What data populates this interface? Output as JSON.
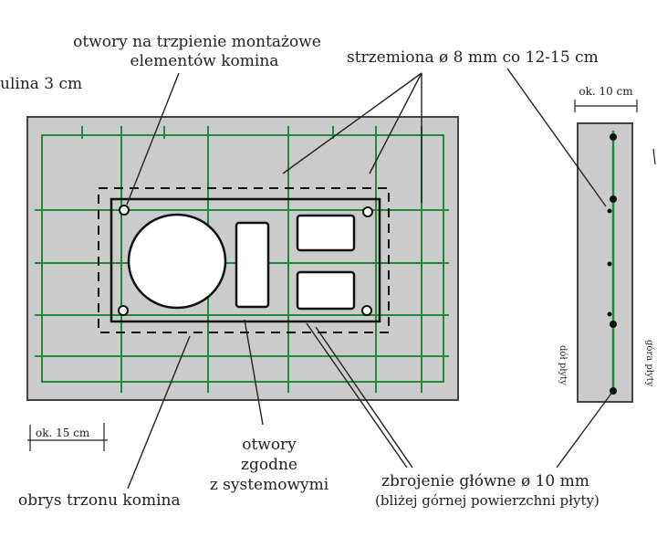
{
  "labels": {
    "otulina": "ulina 3 cm",
    "otwory_trzpienie_1": "otwory na trzpienie montażowe",
    "otwory_trzpienie_2": "elementów komina",
    "strzemiona": "strzemiona ø 8 mm co 12-15 cm",
    "ok_10": "ok. 10 cm",
    "ok_15": "ok. 15 cm",
    "obrys": "obrys trzonu komina",
    "otwory_zgodne_1": "otwory",
    "otwory_zgodne_2": "zgodne",
    "otwory_zgodne_3": "z systemowymi",
    "zbrojenie": "zbrojenie główne ø 10 mm",
    "blizej": "(bliżej górnej powierzchni płyty)",
    "dol_plyty": "dół płyty",
    "gora_plyty": "góra płyty"
  },
  "colors": {
    "slab_fill": "#cbcbcb",
    "rebar": "#1f8a3a",
    "outline": "#111111",
    "text": "#222222"
  }
}
